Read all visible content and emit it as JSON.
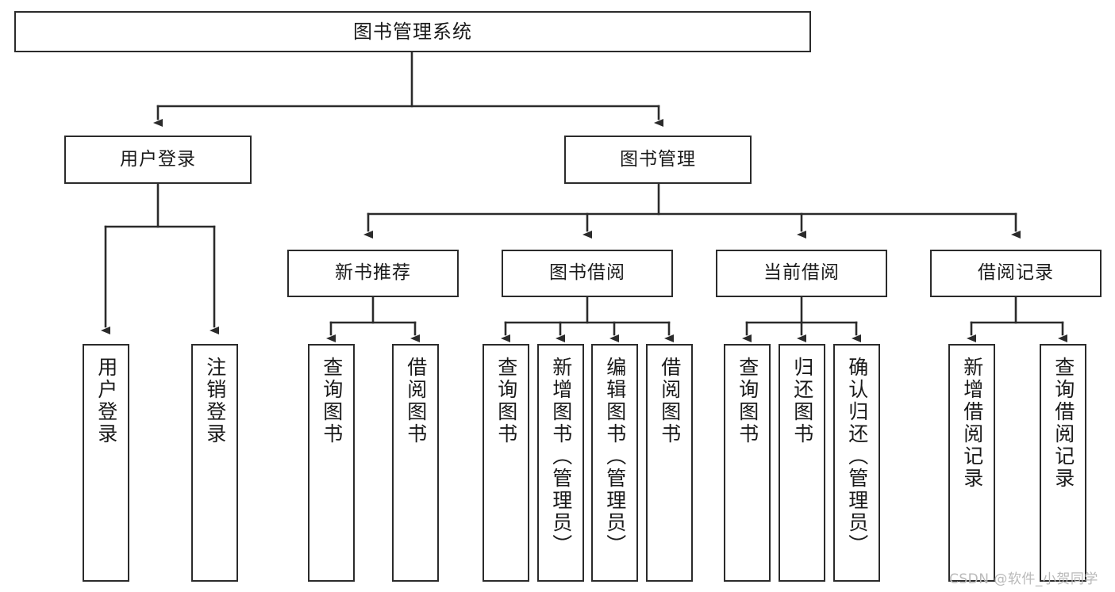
{
  "diagram": {
    "kind": "function-structure-tree",
    "title": "图书管理系统",
    "watermark": "CSDN @软件_小贺同学",
    "colors": {
      "box_border": "#2b2b2b",
      "box_fill": "#ffffff",
      "connector": "#2b2b2b",
      "text": "#1a1a1a",
      "watermark": "#b9b9b9",
      "background": "#ffffff"
    },
    "root": {
      "label": "图书管理系统"
    },
    "level2": [
      {
        "label": "用户登录"
      },
      {
        "label": "图书管理"
      }
    ],
    "level3": [
      {
        "label": "新书推荐"
      },
      {
        "label": "图书借阅"
      },
      {
        "label": "当前借阅"
      },
      {
        "label": "借阅记录"
      }
    ],
    "leaves": {
      "user_login": [
        {
          "label": "用户登录"
        },
        {
          "label": "注销登录"
        }
      ],
      "new_book": [
        {
          "label": "查询图书"
        },
        {
          "label": "借阅图书"
        }
      ],
      "book_borrow": [
        {
          "label": "查询图书"
        },
        {
          "label": "新增图书（管理员）"
        },
        {
          "label": "编辑图书（管理员）"
        },
        {
          "label": "借阅图书"
        }
      ],
      "current_borrow": [
        {
          "label": "查询图书"
        },
        {
          "label": "归还图书"
        },
        {
          "label": "确认归还（管理员）"
        }
      ],
      "borrow_record": [
        {
          "label": "新增借阅记录"
        },
        {
          "label": "查询借阅记录"
        }
      ]
    }
  }
}
